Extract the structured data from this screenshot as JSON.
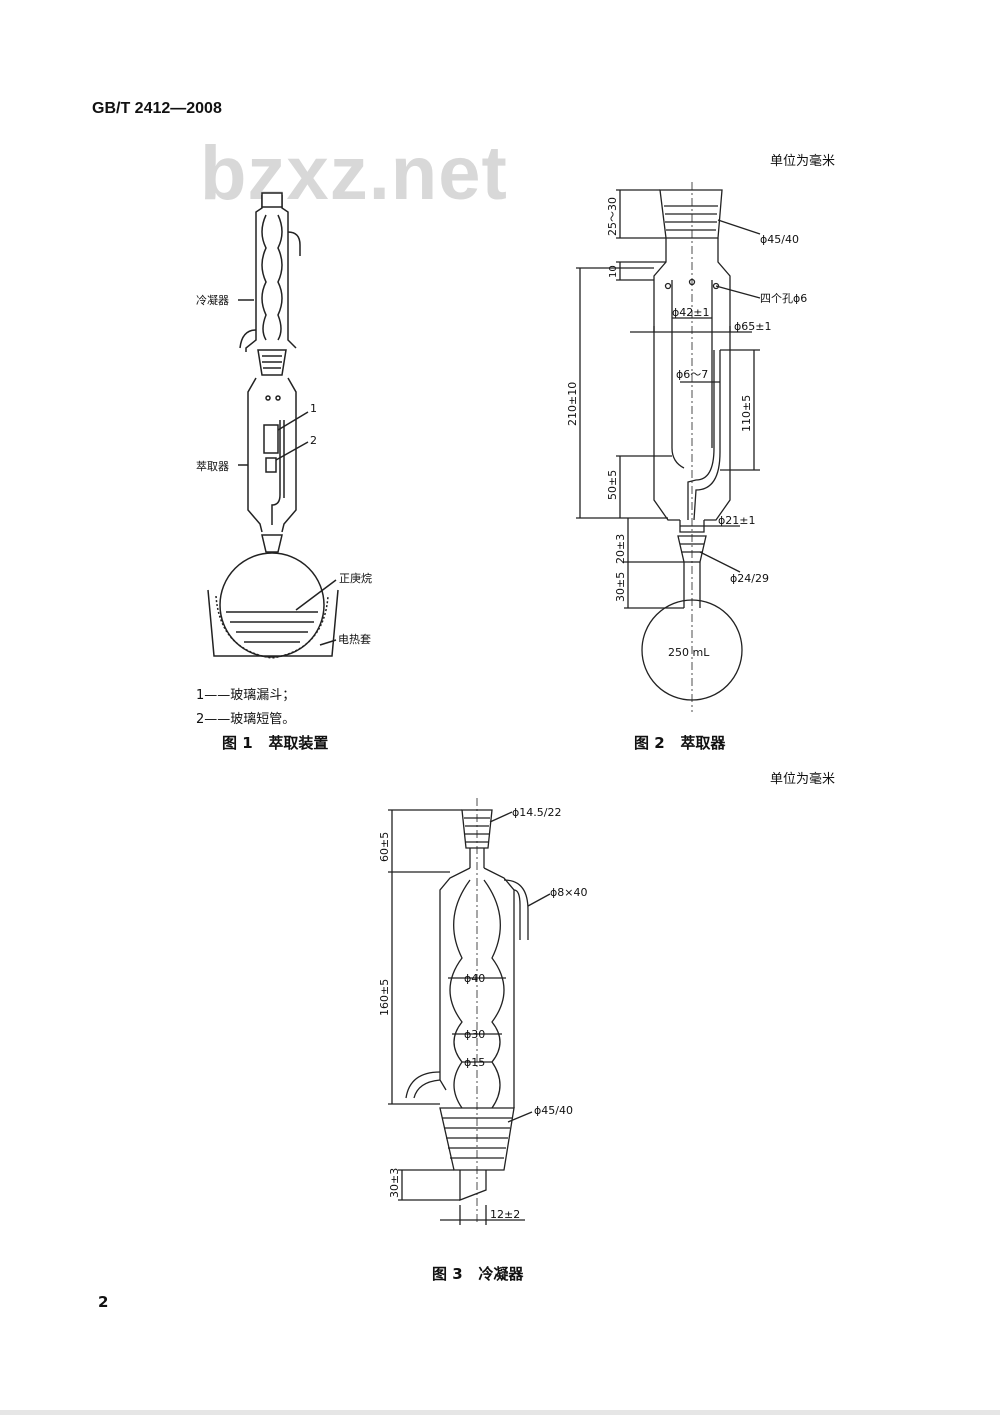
{
  "header": {
    "standard_number": "GB/T 2412—2008",
    "watermark": "bzxz.net"
  },
  "unit_note": "单位为毫米",
  "figure1": {
    "labels": {
      "condenser": "冷凝器",
      "extractor": "萃取器",
      "marker1": "1",
      "marker2": "2",
      "heptane": "正庚烷",
      "heating_mantle": "电热套"
    },
    "legend": [
      "1——玻璃漏斗；",
      "2——玻璃短管。"
    ],
    "caption": "图 1   萃取装置"
  },
  "figure2": {
    "dimensions": {
      "top_joint": "ϕ45/40",
      "top_len": "25～30",
      "ten": "10",
      "holes": "四个孔ϕ6",
      "inner_d": "ϕ42±1",
      "outer_d": "ϕ65±1",
      "tube_d": "ϕ6～7",
      "body_len": "210±10",
      "side_len": "110±5",
      "low_len": "50±5",
      "neck_d": "ϕ21±1",
      "neck_len": "20±3",
      "flask_joint": "ϕ24/29",
      "flask_neck": "30±5",
      "flask_vol": "250 mL"
    },
    "caption": "图 2   萃取器"
  },
  "figure3": {
    "dimensions": {
      "top_joint": "ϕ14.5/22",
      "top_len": "60±5",
      "outlet": "ϕ8×40",
      "body_len": "160±5",
      "bulb40": "ϕ40",
      "bulb30": "ϕ30",
      "bulb15": "ϕ15",
      "bottom_joint": "ϕ45/40",
      "tip_len": "30±3",
      "tip_w": "12±2"
    },
    "caption": "图 3   冷凝器"
  },
  "page_number": "2"
}
